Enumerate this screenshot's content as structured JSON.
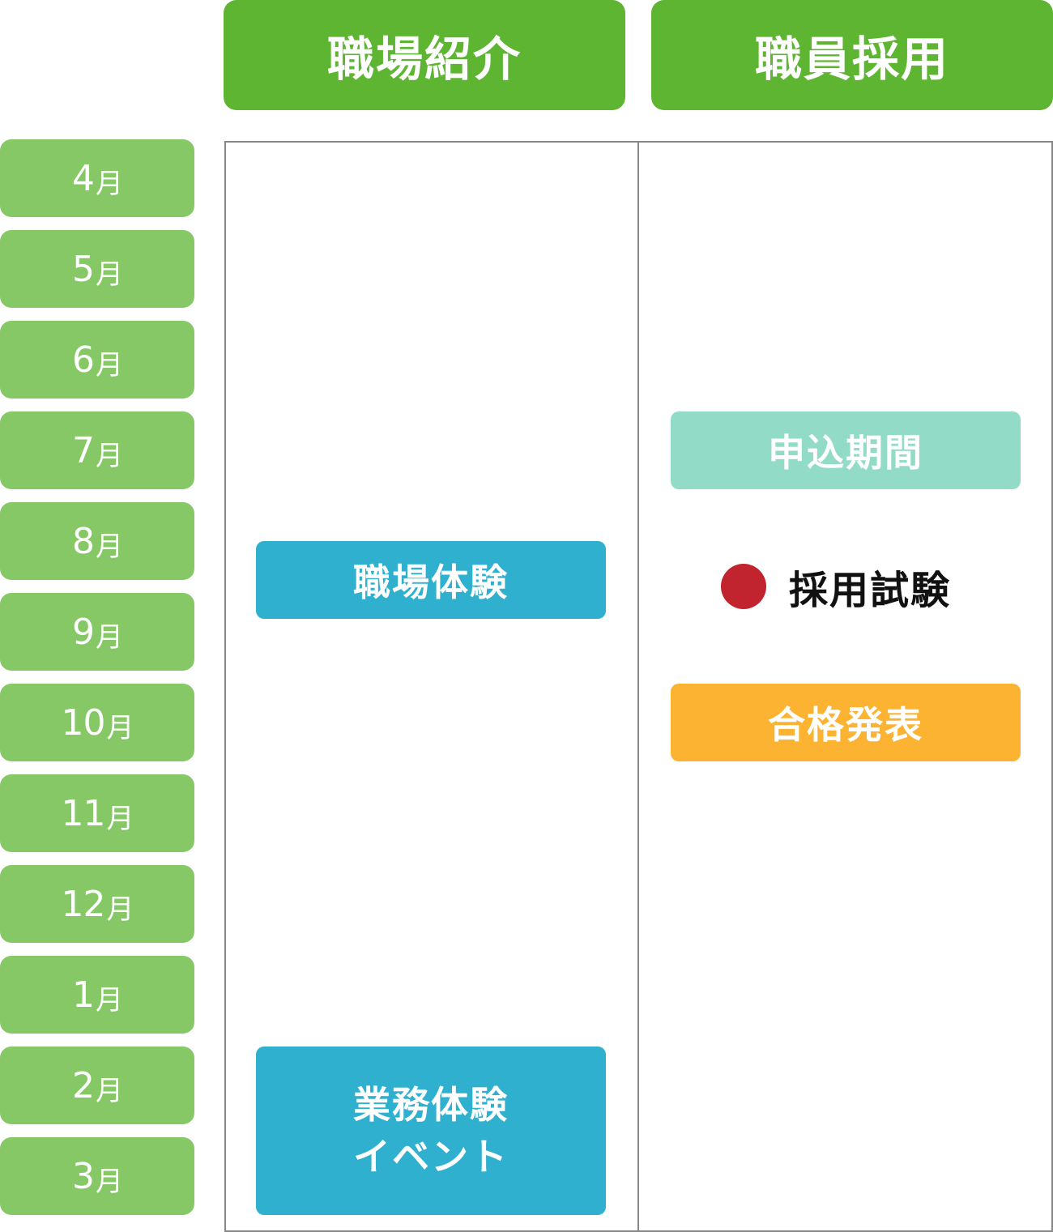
{
  "columns": {
    "intro": "職場紹介",
    "recruit": "職員採用"
  },
  "months": [
    {
      "num": "4",
      "unit": "月"
    },
    {
      "num": "5",
      "unit": "月"
    },
    {
      "num": "6",
      "unit": "月"
    },
    {
      "num": "7",
      "unit": "月"
    },
    {
      "num": "8",
      "unit": "月"
    },
    {
      "num": "9",
      "unit": "月"
    },
    {
      "num": "10",
      "unit": "月"
    },
    {
      "num": "11",
      "unit": "月"
    },
    {
      "num": "12",
      "unit": "月"
    },
    {
      "num": "1",
      "unit": "月"
    },
    {
      "num": "2",
      "unit": "月"
    },
    {
      "num": "3",
      "unit": "月"
    }
  ],
  "events": {
    "workplace_experience": "職場体験",
    "business_experience_line1": "業務体験",
    "business_experience_line2": "イベント",
    "application_period": "申込期間",
    "exam": "採用試験",
    "result": "合格発表"
  },
  "colors": {
    "header": "#5db531",
    "month": "#86c866",
    "experience": "#2fb0cf",
    "application": "#92dcc7",
    "result": "#fbb331",
    "exam_dot": "#c1232f"
  }
}
